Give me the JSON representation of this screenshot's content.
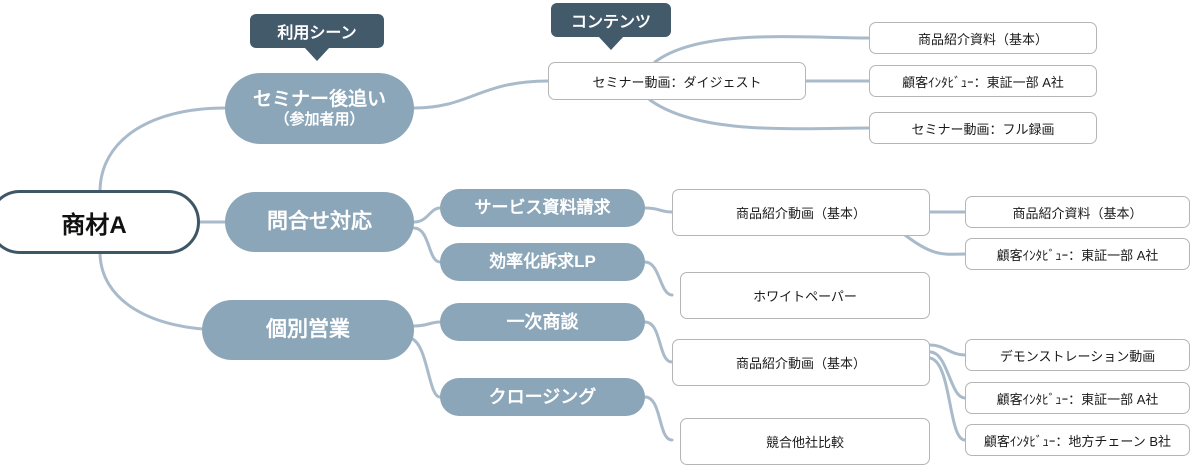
{
  "diagram": {
    "title_note": "商材A コンテンツマップ",
    "colors": {
      "root_border": "#3f5666",
      "root_fill": "#ffffff",
      "pill_fill": "#8ba6b8",
      "leaf_border": "#b5b5b5",
      "leaf_fill": "#ffffff",
      "callout_fill": "#435a6b",
      "edge": "#a9bbcb",
      "text_dark": "#1a1a1a",
      "text_light": "#ffffff"
    },
    "callouts": [
      {
        "id": "callout-usage-scene",
        "label": "利用シーン"
      },
      {
        "id": "callout-contents",
        "label": "コンテンツ"
      }
    ],
    "root": {
      "id": "root-shouzai-a",
      "label": "商材A"
    },
    "branches": [
      {
        "id": "branch-seminar-follow",
        "label_line1": "セミナー後追い",
        "label_line2": "（参加者用）"
      },
      {
        "id": "branch-inquiry",
        "label": "問合せ対応"
      },
      {
        "id": "branch-individual-sales",
        "label": "個別営業"
      }
    ],
    "sub_branches": [
      {
        "id": "sub-service-doc-request",
        "label": "サービス資料請求"
      },
      {
        "id": "sub-efficiency-lp",
        "label": "効率化訴求LP"
      },
      {
        "id": "sub-first-meeting",
        "label": "一次商談"
      },
      {
        "id": "sub-closing",
        "label": "クロージング"
      }
    ],
    "content_nodes": [
      {
        "id": "content-seminar-digest",
        "label": "セミナー動画：ダイジェスト"
      },
      {
        "id": "content-product-video-basic-1",
        "label": "商品紹介動画（基本）"
      },
      {
        "id": "content-whitepaper",
        "label": "ホワイトペーパー"
      },
      {
        "id": "content-product-video-basic-2",
        "label": "商品紹介動画（基本）"
      },
      {
        "id": "content-competitor-comparison",
        "label": "競合他社比較"
      }
    ],
    "leaf_nodes": [
      {
        "id": "leaf-product-doc-basic-1",
        "label": "商品紹介資料（基本）"
      },
      {
        "id": "leaf-interview-tse-a-1",
        "label": "顧客ｲﾝﾀﾋﾞｭｰ：東証一部 A社"
      },
      {
        "id": "leaf-seminar-full",
        "label": "セミナー動画：フル録画"
      },
      {
        "id": "leaf-product-doc-basic-2",
        "label": "商品紹介資料（基本）"
      },
      {
        "id": "leaf-interview-tse-a-2",
        "label": "顧客ｲﾝﾀﾋﾞｭｰ：東証一部 A社"
      },
      {
        "id": "leaf-demo-video",
        "label": "デモンストレーション動画"
      },
      {
        "id": "leaf-interview-tse-a-3",
        "label": "顧客ｲﾝﾀﾋﾞｭｰ：東証一部 A社"
      },
      {
        "id": "leaf-interview-chain-b",
        "label": "顧客ｲﾝﾀﾋﾞｭｰ：地方チェーン B社"
      }
    ]
  }
}
